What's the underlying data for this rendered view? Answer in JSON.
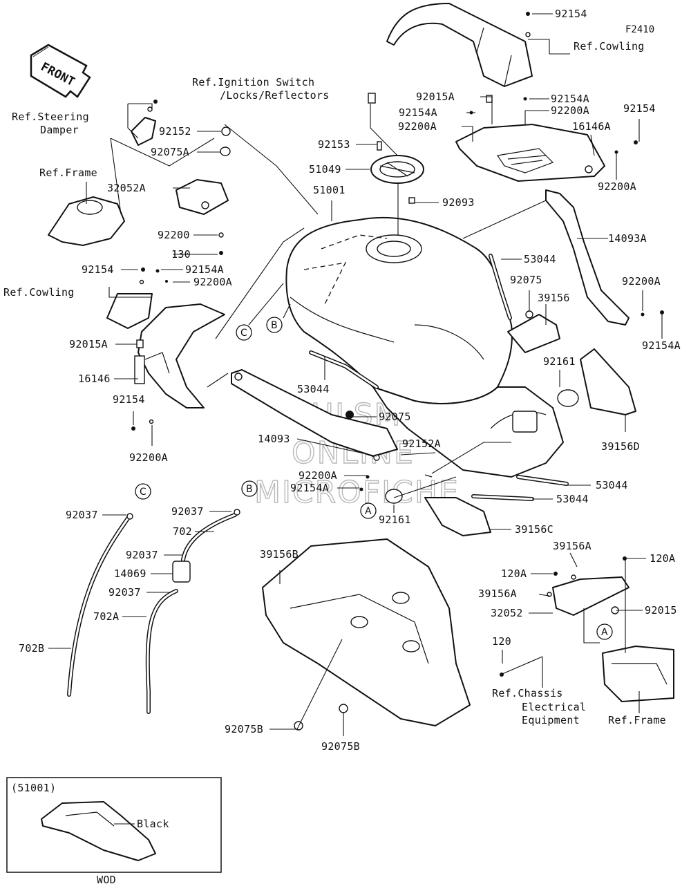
{
  "figure_code": "F2410",
  "front_arrow": {
    "label": "FRONT"
  },
  "watermark": [
    "HLSM",
    "ONLINE",
    "MICROFICHE"
  ],
  "parts": {
    "p92154_a": "92154",
    "ref_cowling_top": "Ref.Cowling",
    "ref_ignition_1": "Ref.Ignition Switch",
    "ref_ignition_2": "/Locks/Reflectors",
    "ref_steering_1": "Ref.Steering",
    "ref_steering_2": "Damper",
    "p92152": "92152",
    "p92075A": "92075A",
    "ref_frame_left": "Ref.Frame",
    "p32052A": "32052A",
    "p92200": "92200",
    "p130": "130",
    "p92154_b": "92154",
    "p92154A_left": "92154A",
    "p92200A_left": "92200A",
    "ref_cowling_left": "Ref.Cowling",
    "p92015A_left": "92015A",
    "p16146": "16146",
    "p92154_c": "92154",
    "p92200A_bot": "92200A",
    "p92015A_top": "92015A",
    "p92154A_top1": "92154A",
    "p92154A_top2": "92154A",
    "p92200A_top1": "92200A",
    "p92200A_top2": "92200A",
    "p92154_d": "92154",
    "p16146A": "16146A",
    "p92200A_right": "92200A",
    "p92153": "92153",
    "p51049": "51049",
    "p51001": "51001",
    "p92093": "92093",
    "p14093A": "14093A",
    "p53044_a": "53044",
    "p92075": "92075",
    "p39156": "39156",
    "p92200A_r2": "92200A",
    "p92154A_r2": "92154A",
    "p92161_a": "92161",
    "p39156D": "39156D",
    "p53044_b": "53044",
    "p92075_mid": "92075",
    "p14093": "14093",
    "p92152A": "92152A",
    "p92200A_mid": "92200A",
    "p92154A_mid": "92154A",
    "p53044_c": "53044",
    "p53044_d": "53044",
    "p92161_b": "92161",
    "p39156C": "39156C",
    "p92037_1": "92037",
    "p92037_2": "92037",
    "p702": "702",
    "p92037_3": "92037",
    "p14069": "14069",
    "p92037_4": "92037",
    "p702A": "702A",
    "p702B": "702B",
    "p39156B": "39156B",
    "p92075B_1": "92075B",
    "p92075B_2": "92075B",
    "p39156A": "39156A",
    "p120A_1": "120A",
    "p120A_2": "120A",
    "p39156A_2": "39156A",
    "p32052": "32052",
    "p92015": "92015",
    "p120": "120",
    "ref_chassis_1": "Ref.Chassis",
    "ref_chassis_2": "Electrical",
    "ref_chassis_3": "Equipment",
    "ref_frame_right": "Ref.Frame"
  },
  "callouts": {
    "a1": "A",
    "a2": "A",
    "b1": "B",
    "b2": "B",
    "c1": "C",
    "c2": "C"
  },
  "inset": {
    "header": "(51001)",
    "label": "Black",
    "footer": "WOD"
  }
}
